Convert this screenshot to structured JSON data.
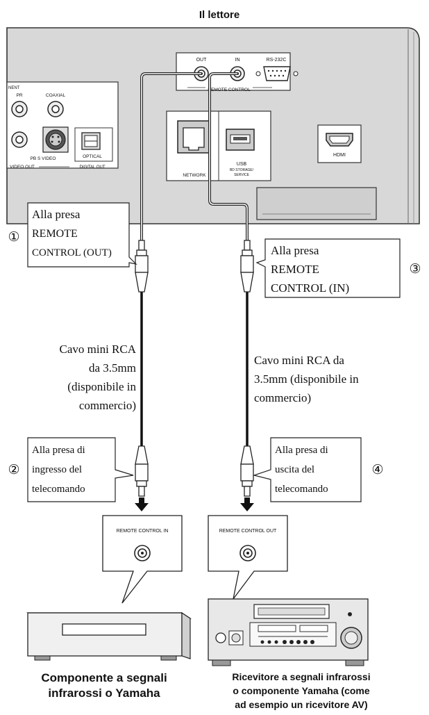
{
  "title": "Il lettore",
  "player_panel": {
    "remote_out": "OUT",
    "remote_in": "IN",
    "rs232c": "RS-232C",
    "remote_control": "REMOTE CONTROL",
    "component_partial": "NENT",
    "pr": "PR",
    "coaxial": "COAXIAL",
    "pb_s_video": "PB S VIDEO",
    "optical": "OPTICAL",
    "video_out": "VIDEO OUT",
    "digital_out": "DIGITAL OUT",
    "network": "NETWORK",
    "usb": "USB",
    "usb_sub": "BD STORAGE/",
    "usb_sub2": "SERVICE",
    "hdmi": "HDMI"
  },
  "callouts": {
    "c1": {
      "number": "①",
      "lines": [
        "Alla presa",
        "REMOTE",
        "CONTROL (OUT)"
      ]
    },
    "c2": {
      "number": "②",
      "lines": [
        "Alla presa di",
        "ingresso del",
        "telecomando"
      ]
    },
    "c3": {
      "number": "③",
      "lines": [
        "Alla presa",
        "REMOTE",
        "CONTROL (IN)"
      ]
    },
    "c4": {
      "number": "④",
      "lines": [
        "Alla presa di",
        "uscita del",
        "telecomando"
      ]
    }
  },
  "cables": {
    "left": [
      "Cavo mini RCA",
      "da 3.5mm",
      "(disponibile in",
      "commercio)"
    ],
    "right": [
      "Cavo mini RCA da",
      "3.5mm (disponibile in",
      "commercio)"
    ]
  },
  "jacks": {
    "left_label": "REMOTE CONTROL IN",
    "right_label": "REMOTE CONTROL OUT"
  },
  "captions": {
    "left": [
      "Componente a segnali",
      "infrarossi o Yamaha"
    ],
    "right": [
      "Ricevitore a segnali infrarossi",
      "o componente Yamaha (come",
      "ad esempio un ricevitore AV)"
    ]
  }
}
